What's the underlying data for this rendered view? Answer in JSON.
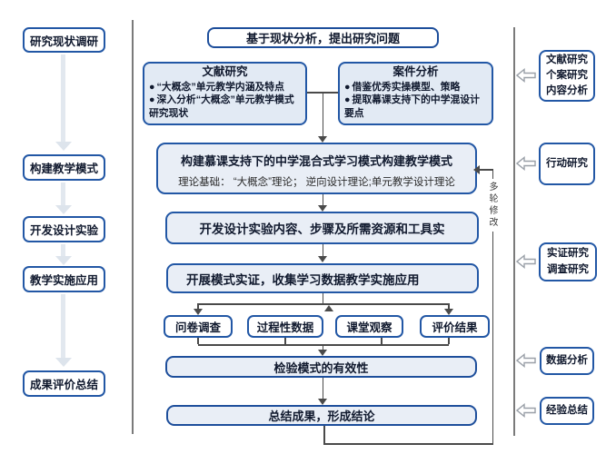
{
  "bullet": "●",
  "left_flow": {
    "steps": [
      "研究现状调研",
      "构建教学模式",
      "开发设计实验",
      "教学实施应用",
      "成果评价总结"
    ]
  },
  "main_flow": {
    "top_box": "基于现状分析，提出研究问题",
    "literature_box": {
      "title": "文献研究",
      "bullets": [
        "“大概念”单元教学内涵及特点",
        "深入分析“大概念”单元教学模式研究现状"
      ]
    },
    "case_box": {
      "title": "案件分析",
      "bullets": [
        "借鉴优秀实操模型、策略",
        "提取幕课支持下的中学混设计要点"
      ]
    },
    "model_box": {
      "title": "构建慕课支持下的中学混合式学习模式构建教学模式",
      "subtitle": "理论基础： “大概念”理论； 逆向设计理论;单元教学设计理论"
    },
    "develop_box": "开发设计实验内容、步骤及所需资源和工具实",
    "implement_box": "开展模式实证，收集学习数据教学实施应用",
    "collect_boxes": [
      "问卷调查",
      "过程性数据",
      "课堂观察",
      "评价结果"
    ],
    "verify_box": "检验模式的有效性",
    "conclude_box": "总结成果，形成结论",
    "feedback_label": "多轮修改"
  },
  "right_methods": [
    {
      "lines": [
        "文献研究",
        "个案研究",
        "内容分析"
      ]
    },
    {
      "lines": [
        "行动研究"
      ]
    },
    {
      "lines": [
        "实证研究",
        "调查研究"
      ]
    },
    {
      "lines": [
        "数据分析"
      ]
    },
    {
      "lines": [
        "经验总结"
      ]
    }
  ],
  "colors": {
    "box_border": "#2257a5",
    "emphasis_border": "#1d4e9b",
    "light_fill": "#e9eef6",
    "connector": "#4a4a4a",
    "pale_arrow": "#e2e8ef"
  }
}
